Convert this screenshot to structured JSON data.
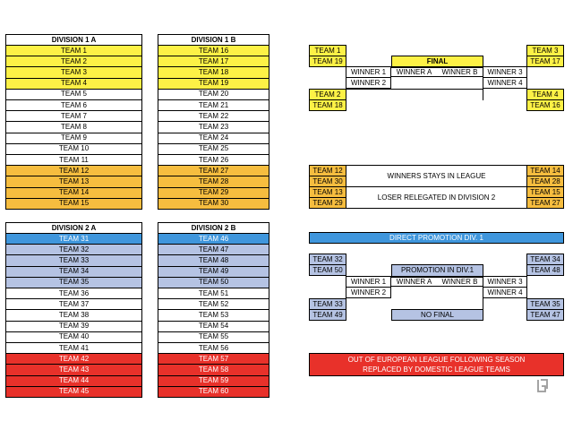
{
  "divisions": {
    "d1a": {
      "title": "DIVISION 1 A",
      "teams": [
        "TEAM 1",
        "TEAM 2",
        "TEAM 3",
        "TEAM 4",
        "TEAM 5",
        "TEAM 6",
        "TEAM 7",
        "TEAM 8",
        "TEAM 9",
        "TEAM 10",
        "TEAM 11",
        "TEAM 12",
        "TEAM 13",
        "TEAM 14",
        "TEAM 15"
      ]
    },
    "d1b": {
      "title": "DIVISION 1 B",
      "teams": [
        "TEAM 16",
        "TEAM 17",
        "TEAM 18",
        "TEAM 19",
        "TEAM 20",
        "TEAM 21",
        "TEAM 22",
        "TEAM 23",
        "TEAM 24",
        "TEAM 25",
        "TEAM 26",
        "TEAM 27",
        "TEAM 28",
        "TEAM 29",
        "TEAM 30"
      ]
    },
    "d2a": {
      "title": "DIVISION 2 A",
      "teams": [
        "TEAM 31",
        "TEAM 32",
        "TEAM 33",
        "TEAM 34",
        "TEAM 35",
        "TEAM 36",
        "TEAM 37",
        "TEAM 38",
        "TEAM 39",
        "TEAM 40",
        "TEAM 41",
        "TEAM 42",
        "TEAM 43",
        "TEAM 44",
        "TEAM 45"
      ]
    },
    "d2b": {
      "title": "DIVISION 2 B",
      "teams": [
        "TEAM 46",
        "TEAM 47",
        "TEAM 48",
        "TEAM 49",
        "TEAM 50",
        "TEAM 51",
        "TEAM 52",
        "TEAM 53",
        "TEAM 54",
        "TEAM 55",
        "TEAM 56",
        "TEAM 57",
        "TEAM 58",
        "TEAM 59",
        "TEAM 60"
      ]
    }
  },
  "row_colors_div1": [
    "y",
    "y",
    "y",
    "y",
    "w",
    "w",
    "w",
    "w",
    "w",
    "w",
    "w",
    "o",
    "o",
    "o",
    "o"
  ],
  "row_colors_div2": [
    "blue",
    "lb",
    "lb",
    "lb",
    "lb",
    "w",
    "w",
    "w",
    "w",
    "w",
    "w",
    "r",
    "r",
    "r",
    "r"
  ],
  "colors": {
    "yellow": "#fdf146",
    "orange": "#f6bd3f",
    "blue": "#3f96dc",
    "light_blue": "#b5c3e3",
    "red": "#e8312a"
  },
  "bracket1": {
    "left_top": [
      "TEAM 1",
      "TEAM 19"
    ],
    "left_bottom": [
      "TEAM 2",
      "TEAM 18"
    ],
    "right_top": [
      "TEAM 3",
      "TEAM 17"
    ],
    "right_bottom": [
      "TEAM 4",
      "TEAM 16"
    ],
    "final": "FINAL",
    "winner_a": "WINNER A",
    "winner_b": "WINNER B",
    "w1": "WINNER 1",
    "w2": "WINNER 2",
    "w3": "WINNER 3",
    "w4": "WINNER 4"
  },
  "relegation": {
    "left": [
      "TEAM 12",
      "TEAM 30",
      "TEAM 13",
      "TEAM 29"
    ],
    "right": [
      "TEAM 14",
      "TEAM 28",
      "TEAM 15",
      "TEAM 27"
    ],
    "winner_text": "WINNERS STAYS IN LEAGUE",
    "loser_text": "LOSER RELEGATED IN DIVISION 2"
  },
  "direct_promotion": "DIRECT PROMOTION DIV. 1",
  "bracket2": {
    "left_top": [
      "TEAM 32",
      "TEAM 50"
    ],
    "left_bottom": [
      "TEAM 33",
      "TEAM 49"
    ],
    "right_top": [
      "TEAM 34",
      "TEAM 48"
    ],
    "right_bottom": [
      "TEAM 35",
      "TEAM 47"
    ],
    "promotion": "PROMOTION IN DIV.1",
    "no_final": "NO FINAL",
    "winner_a": "WINNER A",
    "winner_b": "WINNER B",
    "w1": "WINNER 1",
    "w2": "WINNER 2",
    "w3": "WINNER 3",
    "w4": "WINNER 4"
  },
  "out_notice": {
    "line1": "OUT OF EUROPEAN LEAGUE FOLLOWING SEASON",
    "line2": "REPLACED BY DOMESTIC LEAGUE TEAMS"
  },
  "logo_icon": "gj-logo-icon"
}
